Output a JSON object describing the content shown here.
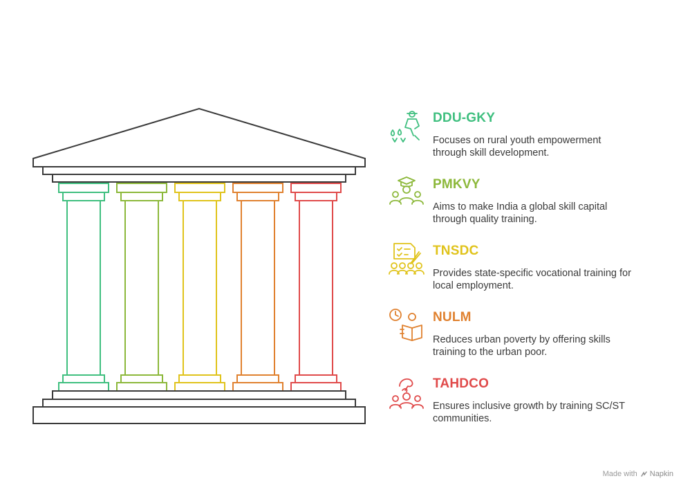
{
  "items": [
    {
      "title": "DDU-GKY",
      "description": "Focuses on rural youth empowerment through skill development.",
      "color": "#3fbf7f",
      "icon": "farmer-icon"
    },
    {
      "title": "PMKVY",
      "description": "Aims to make India a global skill capital through quality training.",
      "color": "#8cb83a",
      "icon": "graduate-group-icon"
    },
    {
      "title": "TNSDC",
      "description": "Provides state-specific vocational training for local employment.",
      "color": "#e0c31b",
      "icon": "checklist-group-icon"
    },
    {
      "title": "NULM",
      "description": "Reduces urban poverty by offering skills training to the urban poor.",
      "color": "#e0812f",
      "icon": "clock-reader-icon"
    },
    {
      "title": "TAHDCO",
      "description": "Ensures inclusive growth by training SC/ST communities.",
      "color": "#e04a4a",
      "icon": "hand-group-icon"
    }
  ],
  "footer": {
    "made_with": "Made with",
    "brand": "Napkin"
  },
  "outline_color": "#3a3a3a"
}
